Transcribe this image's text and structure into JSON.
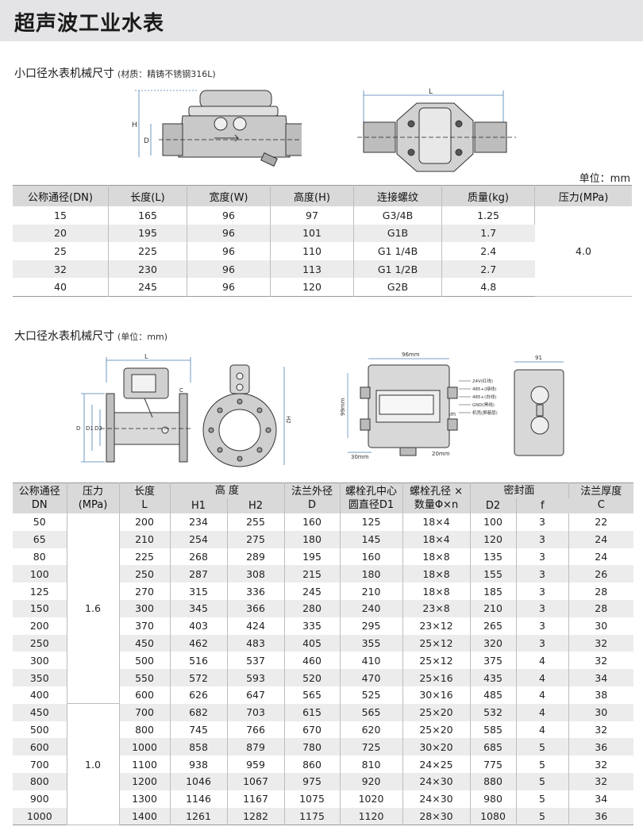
{
  "page": {
    "title": "超声波工业水表"
  },
  "small": {
    "title": "小口径水表机械尺寸",
    "note": "(材质：精铸不锈钢316L)",
    "unit": "单位：mm",
    "diagram_labels": {
      "h": "H",
      "d": "D",
      "l": "L"
    },
    "headers": [
      "公称通径(DN)",
      "长度(L)",
      "宽度(W)",
      "高度(H)",
      "连接螺纹",
      "质量(kg)",
      "压力(MPa)"
    ],
    "pressure": "4.0",
    "rows": [
      [
        "15",
        "165",
        "96",
        "97",
        "G3/4B",
        "1.25"
      ],
      [
        "20",
        "195",
        "96",
        "101",
        "G1B",
        "1.7"
      ],
      [
        "25",
        "225",
        "96",
        "110",
        "G1 1/4B",
        "2.4"
      ],
      [
        "32",
        "230",
        "96",
        "113",
        "G1 1/2B",
        "2.7"
      ],
      [
        "40",
        "245",
        "96",
        "120",
        "G2B",
        "4.8"
      ]
    ]
  },
  "large": {
    "title": "大口径水表机械尺寸",
    "note": "(单位：mm)",
    "diagram_labels": {
      "l": "L",
      "c": "C",
      "d": "D",
      "d1": "D1",
      "d2": "D2",
      "h2": "H2",
      "dim96": "96mm",
      "dim20a": "20mm",
      "dim99": "99mm",
      "dim5": "5mm",
      "dim30": "30mm",
      "dim20b": "20mm",
      "dim91": "91",
      "wires": [
        "24V(红线)",
        "485+(绿线)",
        "485+(白线)",
        "GND(黑线)",
        "机壳(屏蔽层)"
      ]
    },
    "headers": {
      "dn": [
        "公称通径",
        "DN"
      ],
      "pressure": [
        "压力",
        "(MPa)"
      ],
      "length": [
        "长度",
        "L"
      ],
      "height": "高 度",
      "h1": "H1",
      "h2": "H2",
      "flange_od": [
        "法兰外径",
        "D"
      ],
      "bolt_circle": [
        "螺栓孔中心",
        "圆直径D1"
      ],
      "bolt_hole": [
        "螺栓孔径 ×",
        "数量Φ×n"
      ],
      "seal": "密封面",
      "d2": "D2",
      "f": "f",
      "thickness": [
        "法兰厚度",
        "C"
      ]
    },
    "pressure_groups": [
      {
        "value": "1.6",
        "rows": 11
      },
      {
        "value": "1.0",
        "rows": 7
      }
    ],
    "rows": [
      [
        "50",
        "200",
        "234",
        "255",
        "160",
        "125",
        "18×4",
        "100",
        "3",
        "22"
      ],
      [
        "65",
        "210",
        "254",
        "275",
        "180",
        "145",
        "18×4",
        "120",
        "3",
        "24"
      ],
      [
        "80",
        "225",
        "268",
        "289",
        "195",
        "160",
        "18×8",
        "135",
        "3",
        "24"
      ],
      [
        "100",
        "250",
        "287",
        "308",
        "215",
        "180",
        "18×8",
        "155",
        "3",
        "26"
      ],
      [
        "125",
        "270",
        "315",
        "336",
        "245",
        "210",
        "18×8",
        "185",
        "3",
        "28"
      ],
      [
        "150",
        "300",
        "345",
        "366",
        "280",
        "240",
        "23×8",
        "210",
        "3",
        "28"
      ],
      [
        "200",
        "370",
        "403",
        "424",
        "335",
        "295",
        "23×12",
        "265",
        "3",
        "30"
      ],
      [
        "250",
        "450",
        "462",
        "483",
        "405",
        "355",
        "25×12",
        "320",
        "3",
        "32"
      ],
      [
        "300",
        "500",
        "516",
        "537",
        "460",
        "410",
        "25×12",
        "375",
        "4",
        "32"
      ],
      [
        "350",
        "550",
        "572",
        "593",
        "520",
        "470",
        "25×16",
        "435",
        "4",
        "34"
      ],
      [
        "400",
        "600",
        "626",
        "647",
        "565",
        "525",
        "30×16",
        "485",
        "4",
        "38"
      ],
      [
        "450",
        "700",
        "682",
        "703",
        "615",
        "565",
        "25×20",
        "532",
        "4",
        "30"
      ],
      [
        "500",
        "800",
        "745",
        "766",
        "670",
        "620",
        "25×20",
        "585",
        "4",
        "32"
      ],
      [
        "600",
        "1000",
        "858",
        "879",
        "780",
        "725",
        "30×20",
        "685",
        "5",
        "36"
      ],
      [
        "700",
        "1100",
        "938",
        "959",
        "860",
        "810",
        "24×25",
        "775",
        "5",
        "32"
      ],
      [
        "800",
        "1200",
        "1046",
        "1067",
        "975",
        "920",
        "24×30",
        "880",
        "5",
        "32"
      ],
      [
        "900",
        "1300",
        "1146",
        "1167",
        "1075",
        "1020",
        "24×30",
        "980",
        "5",
        "34"
      ],
      [
        "1000",
        "1400",
        "1261",
        "1282",
        "1175",
        "1120",
        "28×30",
        "1080",
        "5",
        "36"
      ]
    ]
  }
}
